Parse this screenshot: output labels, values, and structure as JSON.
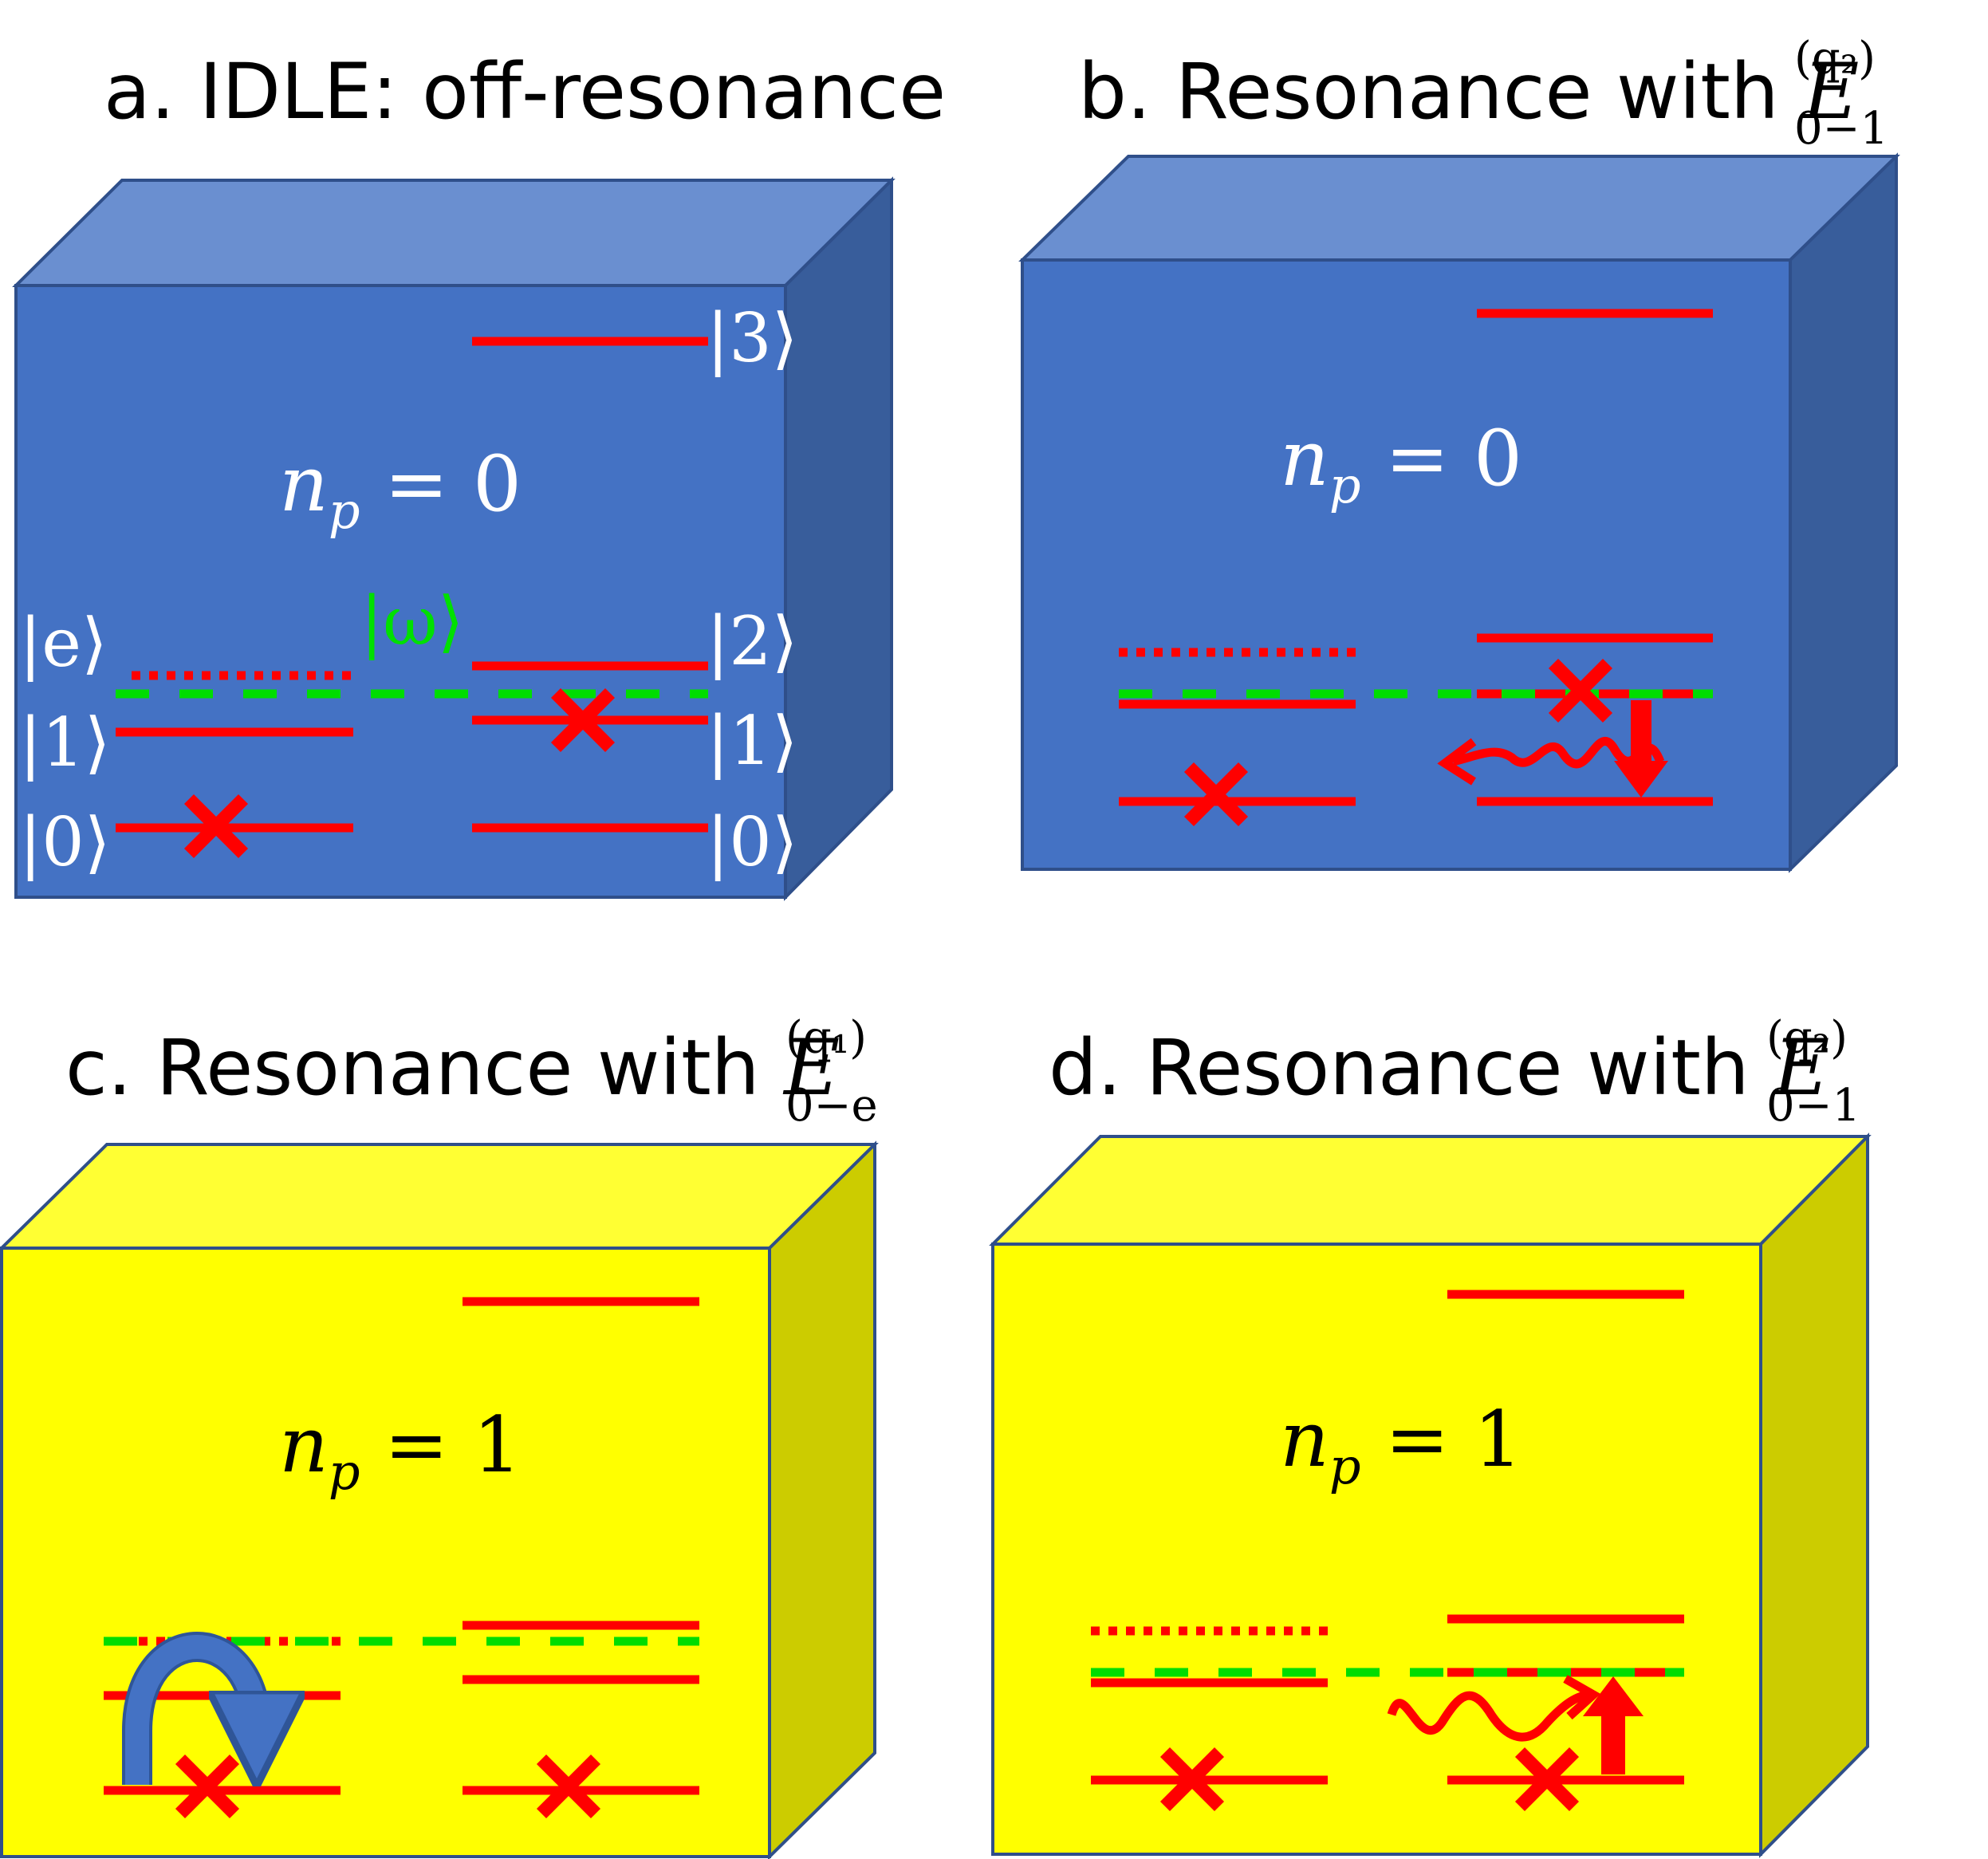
{
  "panels": [
    {
      "id": "a",
      "title": "a. IDLE: off-resonance",
      "np_var": "n",
      "np_sub": "p",
      "np_eq": " = ",
      "np_value": "0",
      "box_color": "#4472c4",
      "top_color": "#6a8fd0",
      "side_color": "#385d9b",
      "text_color": "#ffffff",
      "left_kets": [
        "|e⟩",
        "|1⟩",
        "|0⟩"
      ],
      "right_kets": [
        "|3⟩",
        "|2⟩",
        "|1⟩",
        "|0⟩"
      ],
      "resonance_label": "|ω⟩"
    },
    {
      "id": "b",
      "title": "b. Resonance with ",
      "title_var": "E",
      "title_sup": "(q₂)",
      "title_sub": "0−1",
      "np_var": "n",
      "np_sub": "p",
      "np_eq": " = ",
      "np_value": "0",
      "box_color": "#4472c4",
      "top_color": "#6a8fd0",
      "side_color": "#385d9b",
      "text_color": "#ffffff"
    },
    {
      "id": "c",
      "title": "c. Resonance with ",
      "title_var": "E",
      "title_sup": "(q₁)",
      "title_sub": "0−e",
      "np_var": "n",
      "np_sub": "p",
      "np_eq": " = ",
      "np_value": "1",
      "box_color": "#ffff00",
      "top_color": "#ffff33",
      "side_color": "#cccc00",
      "text_color": "#000000"
    },
    {
      "id": "d",
      "title": "d. Resonance with ",
      "title_var": "E",
      "title_sup": "(q₂)",
      "title_sub": "0−1",
      "np_var": "n",
      "np_sub": "p",
      "np_eq": " = ",
      "np_value": "1",
      "box_color": "#ffff00",
      "top_color": "#ffff33",
      "side_color": "#cccc00",
      "text_color": "#000000"
    }
  ],
  "colors": {
    "energy_level": "#ff0000",
    "resonance_line": "#00dd00",
    "blue_arrow": "#4472c4"
  }
}
